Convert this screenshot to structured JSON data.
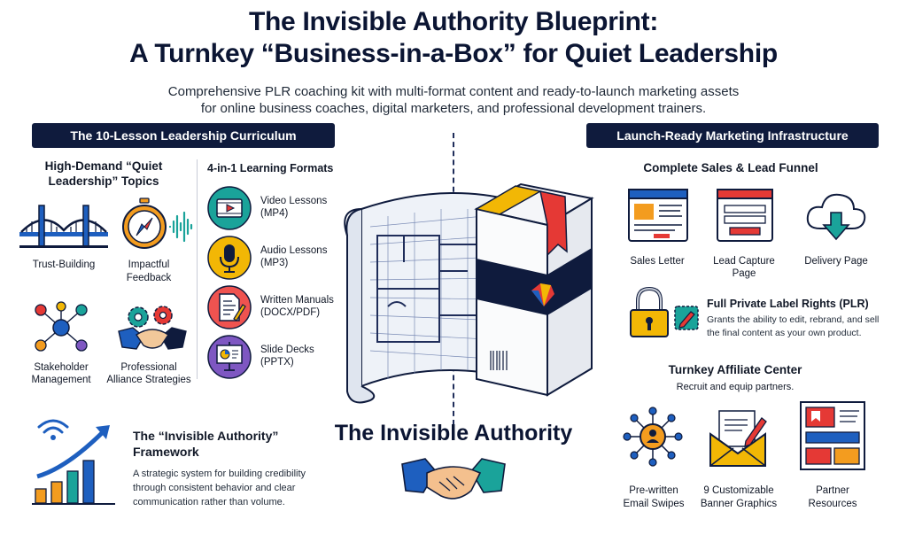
{
  "header": {
    "title_line1": "The Invisible Authority Blueprint:",
    "title_line2": "A Turnkey “Business-in-a-Box” for Quiet Leadership",
    "subtitle_line1": "Comprehensive PLR coaching kit with multi-format content and ready-to-launch marketing assets",
    "subtitle_line2": "for online business coaches, digital marketers, and professional development trainers."
  },
  "left": {
    "banner": "The 10-Lesson Leadership Curriculum",
    "topics_heading_line1": "High-Demand “Quiet",
    "topics_heading_line2": "Leadership” Topics",
    "topics": [
      {
        "line1": "Trust-Building",
        "line2": "",
        "icon": "bridge-icon"
      },
      {
        "line1": "Impactful",
        "line2": "Feedback",
        "icon": "compass-icon"
      },
      {
        "line1": "Stakeholder",
        "line2": "Management",
        "icon": "network-icon"
      },
      {
        "line1": "Professional",
        "line2": "Alliance Strategies",
        "icon": "handshake-gears-icon"
      }
    ],
    "formats_heading": "4-in-1 Learning Formats",
    "formats": [
      {
        "line1": "Video Lessons",
        "line2": "(MP4)",
        "icon": "video-icon",
        "color": "#1aa39a"
      },
      {
        "line1": "Audio Lessons",
        "line2": "(MP3)",
        "icon": "microphone-icon",
        "color": "#f2b705"
      },
      {
        "line1": "Written Manuals",
        "line2": "(DOCX/PDF)",
        "icon": "document-icon",
        "color": "#ef5350"
      },
      {
        "line1": "Slide Decks",
        "line2": "(PPTX)",
        "icon": "presentation-icon",
        "color": "#7e57c2"
      }
    ],
    "framework_title_line1": "The “Invisible Authority”",
    "framework_title_line2": "Framework",
    "framework_desc_line1": "A strategic system for building credibility",
    "framework_desc_line2": "through consistent behavior and clear",
    "framework_desc_line3": "communication rather than volume."
  },
  "center": {
    "caption": "The Invisible Authority"
  },
  "right": {
    "banner": "Launch-Ready Marketing Infrastructure",
    "funnel_heading": "Complete Sales & Lead Funnel",
    "funnel": [
      {
        "line1": "Sales Letter",
        "line2": "",
        "icon": "sales-letter-icon"
      },
      {
        "line1": "Lead Capture",
        "line2": "Page",
        "icon": "lead-capture-icon"
      },
      {
        "line1": "Delivery Page",
        "line2": "",
        "icon": "cloud-download-icon"
      }
    ],
    "plr_title": "Full Private Label Rights (PLR)",
    "plr_desc_line1": "Grants the ability to edit, rebrand, and sell",
    "plr_desc_line2": "the final content as your own product.",
    "affiliate_heading": "Turnkey Affiliate Center",
    "affiliate_sub": "Recruit and equip partners.",
    "affiliate": [
      {
        "line1": "Pre-written",
        "line2": "Email Swipes",
        "icon": "email-network-icon"
      },
      {
        "line1": "9 Customizable",
        "line2": "Banner Graphics",
        "icon": "envelope-icon"
      },
      {
        "line1": "Partner",
        "line2": "Resources",
        "icon": "banners-icon"
      }
    ]
  },
  "colors": {
    "navy": "#0f1b3d",
    "blue": "#1e5fbf",
    "orange": "#f39c1f",
    "red": "#e53935",
    "teal": "#1aa39a"
  }
}
